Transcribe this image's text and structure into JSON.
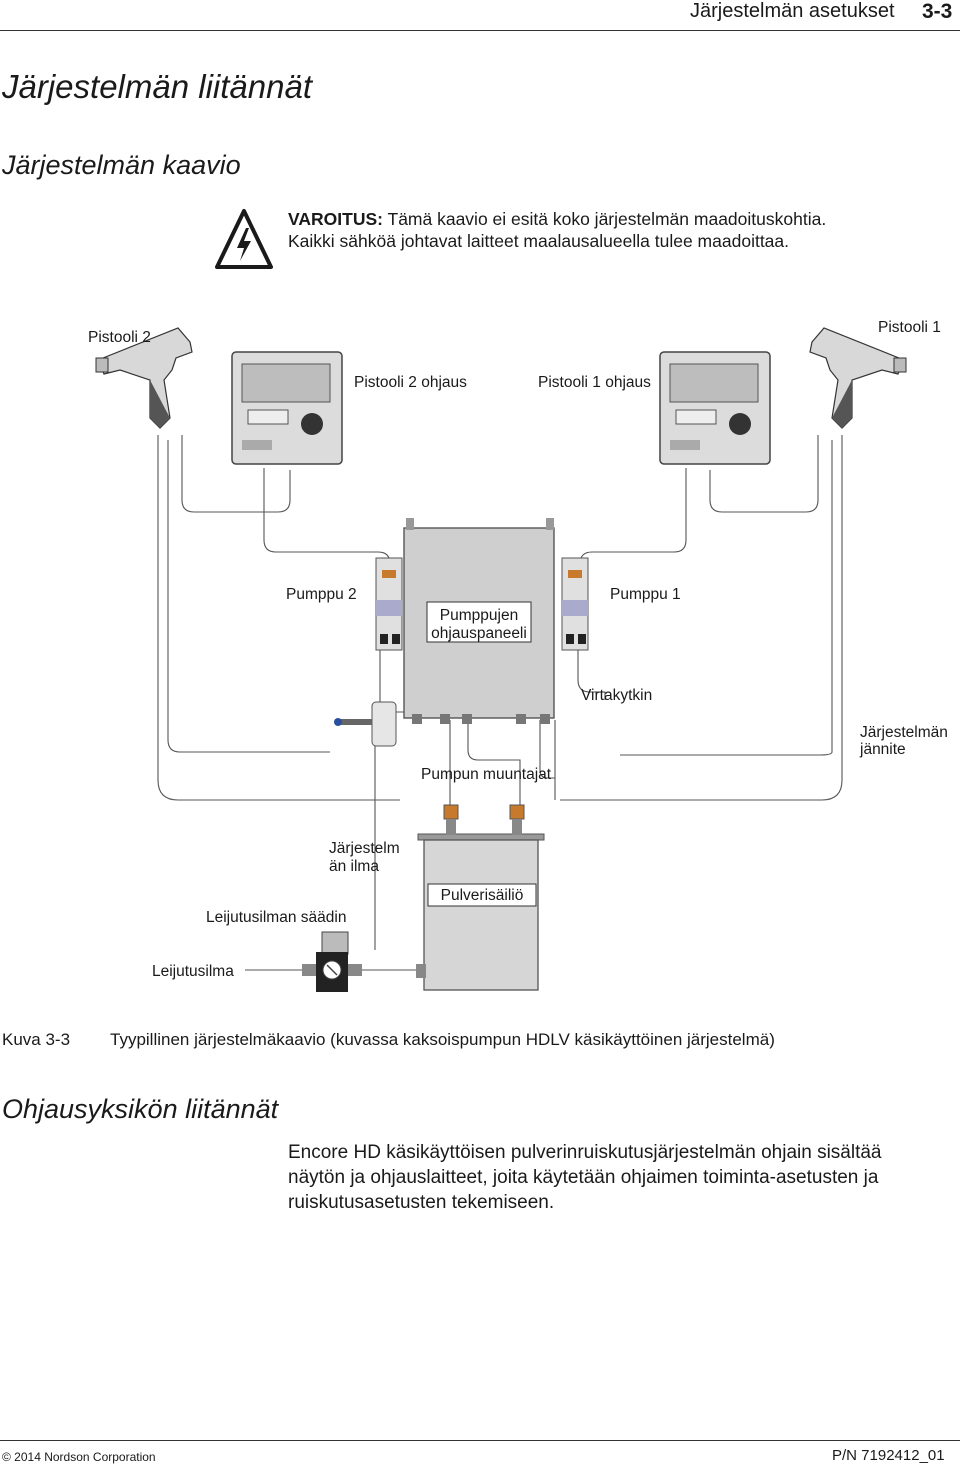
{
  "header": {
    "section_title": "Järjestelmän asetukset",
    "page_number": "3-3"
  },
  "heading_main": "Järjestelmän liitännät",
  "heading_diagram": "Järjestelmän kaavio",
  "warning": {
    "icon": "high-voltage-warning-icon",
    "label": "VAROITUS:",
    "line1": " Tämä kaavio ei esitä koko järjestelmän maadoituskohtia.",
    "line2": "Kaikki sähköä johtavat laitteet maalausalueella tulee maadoittaa."
  },
  "diagram": {
    "gun2": "Pistooli 2",
    "gun1": "Pistooli 1",
    "gun2_control": "Pistooli 2 ohjaus",
    "gun1_control": "Pistooli 1 ohjaus",
    "pump2": "Pumppu 2",
    "pump1": "Pumppu 1",
    "pump_panel_line1": "Pumppujen",
    "pump_panel_line2": "ohjauspaneeli",
    "power_switch": "Virtakytkin",
    "system_voltage_line1": "Järjestelmän",
    "system_voltage_line2": "jännite",
    "pump_transducers": "Pumpun muuntajat",
    "system_air_line1": "Järjestelm",
    "system_air_line2": "än ilma",
    "fluidizing_regulator": "Leijutusilman säädin",
    "powder_hopper": "Pulverisäiliö",
    "fluidizing_air": "Leijutusilma"
  },
  "figure": {
    "number": "Kuva 3-3",
    "caption": "Tyypillinen järjestelmäkaavio (kuvassa kaksoispumpun HDLV käsikäyttöinen järjestelmä)"
  },
  "heading_controller": "Ohjausyksikön liitännät",
  "paragraph": "Encore HD käsikäyttöisen pulverinruiskutusjärjestelmän ohjain sisältää näytön ja ohjauslaitteet, joita käytetään ohjaimen toiminta-asetusten ja ruiskutusasetusten tekemiseen.",
  "footer": {
    "copyright": "© 2014 Nordson Corporation",
    "part_number": "P/N 7192412_01"
  }
}
